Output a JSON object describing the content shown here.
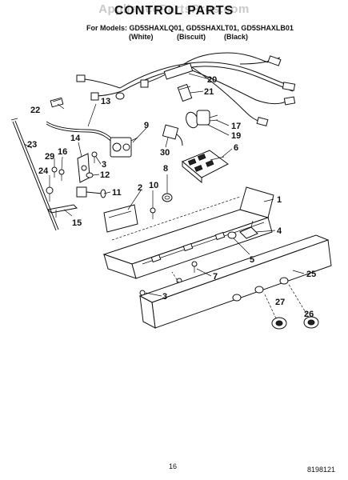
{
  "watermark": "AppliancePartsPros.com",
  "title": "CONTROL PARTS",
  "models_line": "For Models: GD5SHAXLQ01, GD5SHAXLT01, GD5SHAXLB01",
  "variants": [
    "(White)",
    "(Biscuit)",
    "(Black)"
  ],
  "page_number": "16",
  "document_number": "8198121",
  "callouts": [
    "1",
    "2",
    "3",
    "3",
    "4",
    "5",
    "6",
    "7",
    "8",
    "9",
    "10",
    "11",
    "12",
    "13",
    "14",
    "15",
    "16",
    "17",
    "19",
    "20",
    "21",
    "22",
    "23",
    "24",
    "25",
    "26",
    "27",
    "29",
    "30"
  ]
}
